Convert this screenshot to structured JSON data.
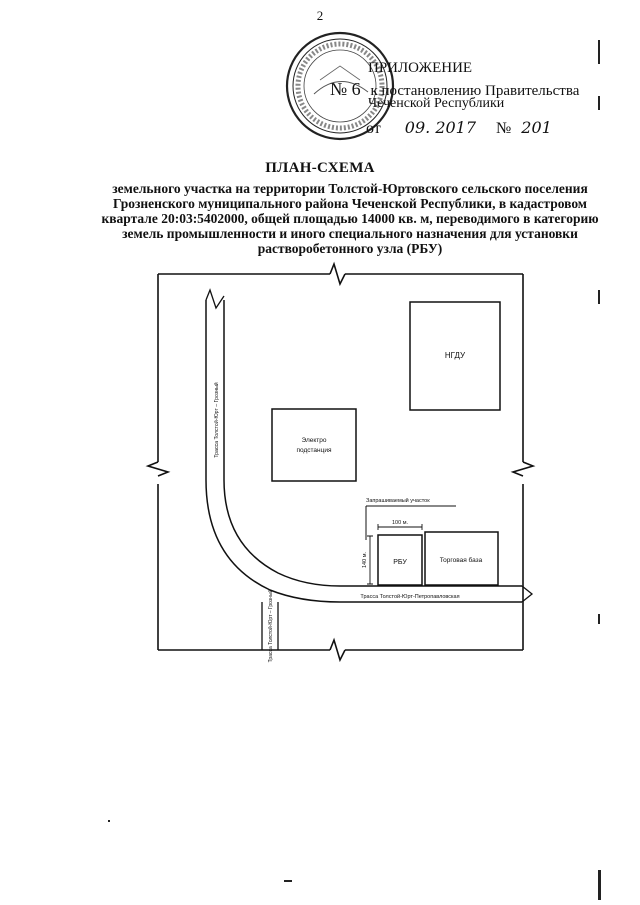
{
  "page_number": "2",
  "header": {
    "appendix_label": "ПРИЛОЖЕНИЕ",
    "decree_no_symbol": "№ 6",
    "decree_text": "к постановлению Правительства",
    "govt": "Чеченской Республики",
    "date_prefix": "от",
    "date_value": "09. 2017",
    "doc_no_symbol": "№",
    "doc_no_value": "201"
  },
  "title": "ПЛАН-СХЕМА",
  "subtitle": "земельного участка на территории Толстой-Юртовского сельского поселения Грозненского муниципального района Чеченской Республики, в кадастровом квартале 20:03:5402000, общей площадью 14000 кв. м, переводимого в категорию земель промышленности и иного специального назначения для установки растворобетонного узла (РБУ)",
  "map": {
    "buildings": {
      "ngdu": "НГДУ",
      "substation_line1": "Электро",
      "substation_line2": "подстанция",
      "rbu": "РБУ",
      "trade_base": "Торговая база"
    },
    "requested_plot_label": "Запрашиваемый участок",
    "width_label": "100 м.",
    "height_label": "140 м.",
    "roads": {
      "tolstoy_grozny": "Трасса Толстой-Юрт – Грозный",
      "tolstoy_petropavlovskaya": "Трасса Толстой-Юрт-Петропавловская",
      "tolstoy_grozny_lower": "Трасса Толстой-Юрт – Грозный"
    }
  }
}
